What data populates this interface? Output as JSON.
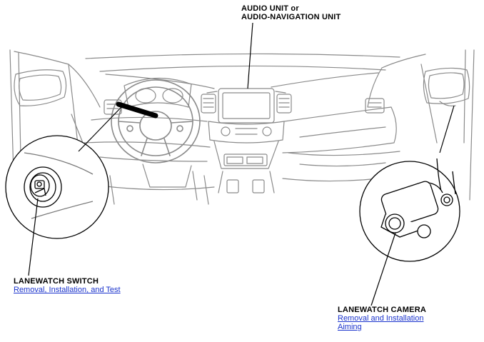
{
  "callouts": {
    "audio": {
      "line1": "AUDIO UNIT or",
      "line2": "AUDIO-NAVIGATION UNIT"
    },
    "switch": {
      "title": "LANEWATCH SWITCH",
      "links": [
        "Removal, Installation, and Test"
      ]
    },
    "camera": {
      "title": "LANEWATCH CAMERA",
      "links": [
        "Removal and Installation",
        "Aiming"
      ]
    }
  },
  "colors": {
    "line_art": "#8a8a8a",
    "leader": "#000000",
    "link": "#1a33cc"
  }
}
